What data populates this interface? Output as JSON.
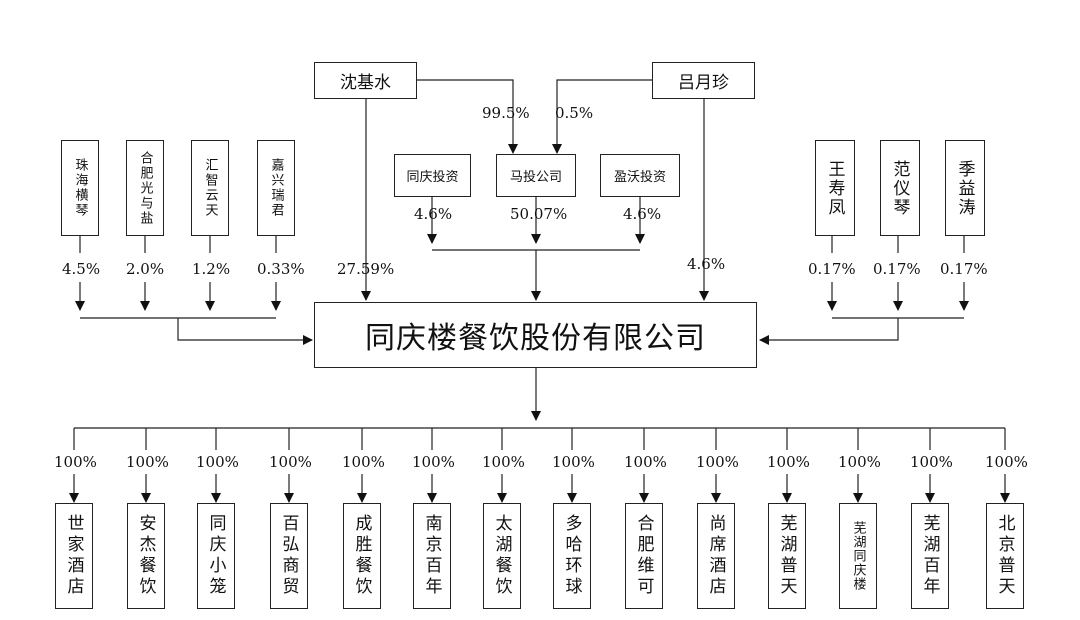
{
  "top_holders": {
    "shen": "沈基水",
    "lv": "吕月珍"
  },
  "top_pcts": {
    "shen_to_ma": "99.5%",
    "lv_to_ma": "0.5%"
  },
  "investment_firms": {
    "tongqing": "同庆投资",
    "ma": "马投公司",
    "yingwo": "盈沃投资"
  },
  "investment_pcts": {
    "tongqing": "4.6%",
    "ma": "50.07%",
    "yingwo": "4.6%"
  },
  "left_holders": [
    {
      "name": "珠海横琴",
      "pct": "4.5%"
    },
    {
      "name": "合肥光与盐",
      "pct": "2.0%"
    },
    {
      "name": "汇智云天",
      "pct": "1.2%"
    },
    {
      "name": "嘉兴瑞君",
      "pct": "0.33%"
    }
  ],
  "right_holders": [
    {
      "name": "王寿凤",
      "pct": "0.17%"
    },
    {
      "name": "范仪琴",
      "pct": "0.17%"
    },
    {
      "name": "季益涛",
      "pct": "0.17%"
    }
  ],
  "direct_pcts": {
    "shen": "27.59%",
    "lv": "4.6%"
  },
  "company": {
    "name": "同庆楼餐饮股份有限公司"
  },
  "subsidiaries": [
    {
      "name": "世家酒店",
      "pct": "100%"
    },
    {
      "name": "安杰餐饮",
      "pct": "100%"
    },
    {
      "name": "同庆小笼",
      "pct": "100%"
    },
    {
      "name": "百弘商贸",
      "pct": "100%"
    },
    {
      "name": "成胜餐饮",
      "pct": "100%"
    },
    {
      "name": "南京百年",
      "pct": "100%"
    },
    {
      "name": "太湖餐饮",
      "pct": "100%"
    },
    {
      "name": "多哈环球",
      "pct": "100%"
    },
    {
      "name": "合肥维可",
      "pct": "100%"
    },
    {
      "name": "尚席酒店",
      "pct": "100%"
    },
    {
      "name": "芜湖普天",
      "pct": "100%"
    },
    {
      "name": "芜湖同庆楼",
      "pct": "100%"
    },
    {
      "name": "芜湖百年",
      "pct": "100%"
    },
    {
      "name": "北京普天",
      "pct": "100%"
    }
  ]
}
